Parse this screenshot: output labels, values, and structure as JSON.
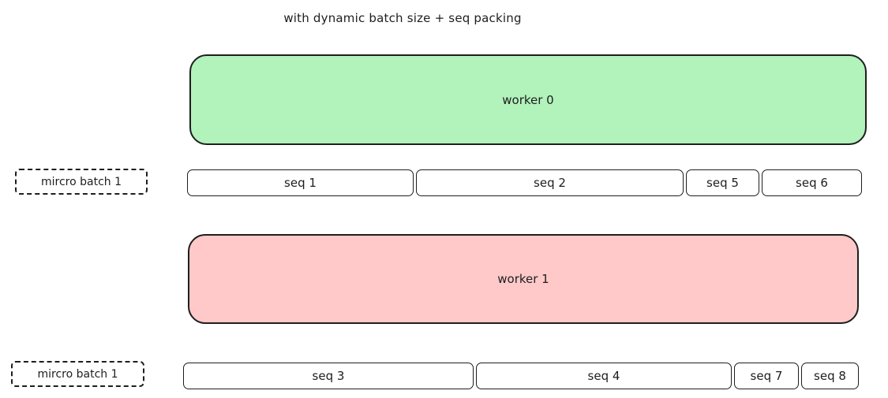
{
  "title": "with dynamic batch size + seq packing",
  "colors": {
    "worker0_fill": "#b2f2bb",
    "worker1_fill": "#ffc9c9",
    "stroke": "#1e1e1e",
    "background": "#ffffff"
  },
  "workers": [
    {
      "label": "worker 0",
      "micro_batch_label": "mircro batch 1",
      "seqs": [
        "seq 1",
        "seq 2",
        "seq 5",
        "seq 6"
      ]
    },
    {
      "label": "worker 1",
      "micro_batch_label": "mircro batch 1",
      "seqs": [
        "seq 3",
        "seq 4",
        "seq 7",
        "seq 8"
      ]
    }
  ]
}
